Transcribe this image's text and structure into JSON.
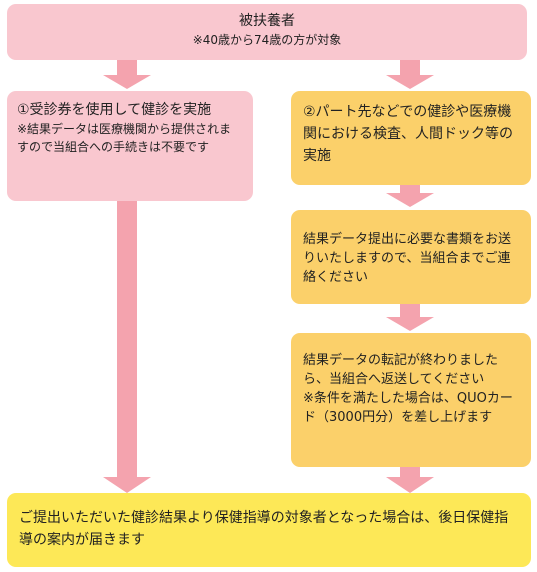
{
  "top": {
    "title": "被扶養者",
    "subtitle": "※40歳から74歳の方が対象"
  },
  "left_box": {
    "title": "①受診券を使用して健診を実施",
    "note": "※結果データは医療機関から提供されますので当組合への手続きは不要です"
  },
  "right_steps": [
    {
      "text": "②パート先などでの健診や医療機関における検査、人間ドック等の実施"
    },
    {
      "text": "結果データ提出に必要な書類をお送りいたしますので、当組合までご連絡ください"
    },
    {
      "text": "結果データの転記が終わりましたら、当組合へ返送してください"
    },
    {
      "text": "※条件を満たした場合は、QUOカード（3000円分）を差し上げます"
    }
  ],
  "bottom": {
    "text": "ご提出いただいた健診結果より保健指導の対象者となった場合は、後日保健指導の案内が届きます"
  },
  "colors": {
    "pink": "#f9c7cf",
    "arrow_pink": "#f4a3ae",
    "yellow": "#fbd06a",
    "yellow_bright": "#fde857"
  }
}
